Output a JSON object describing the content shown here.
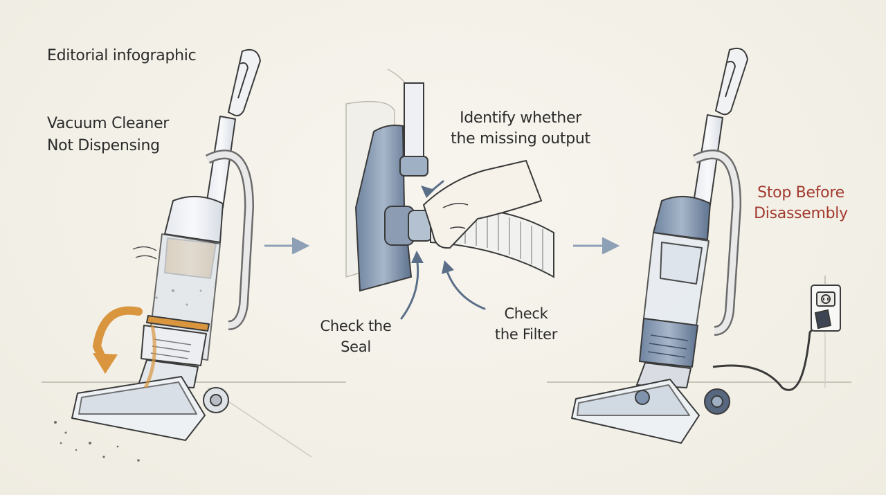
{
  "labels": {
    "tag": "Editorial infographic",
    "title_line1": "Vacuum Cleaner",
    "title_line2": "Not Dispensing",
    "identify_line1": "Identify whether",
    "identify_line2": "the missing output",
    "seal_line1": "Check the",
    "seal_line2": "Seal",
    "filter_line1": "Check",
    "filter_line2": "the Filter",
    "stop_line1": "Stop Before",
    "stop_line2": "Disassembly"
  },
  "colors": {
    "ink": "#2b2b2b",
    "accent_orange": "#d9963f",
    "steel_blue": "#7f93ad",
    "warning_red": "#a33a2e",
    "paper": "#f3f1e8"
  },
  "icons": [
    "vacuum-icon",
    "hand-icon",
    "hose-icon",
    "arrow-right-icon",
    "wall-outlet-icon",
    "power-plug-icon"
  ]
}
